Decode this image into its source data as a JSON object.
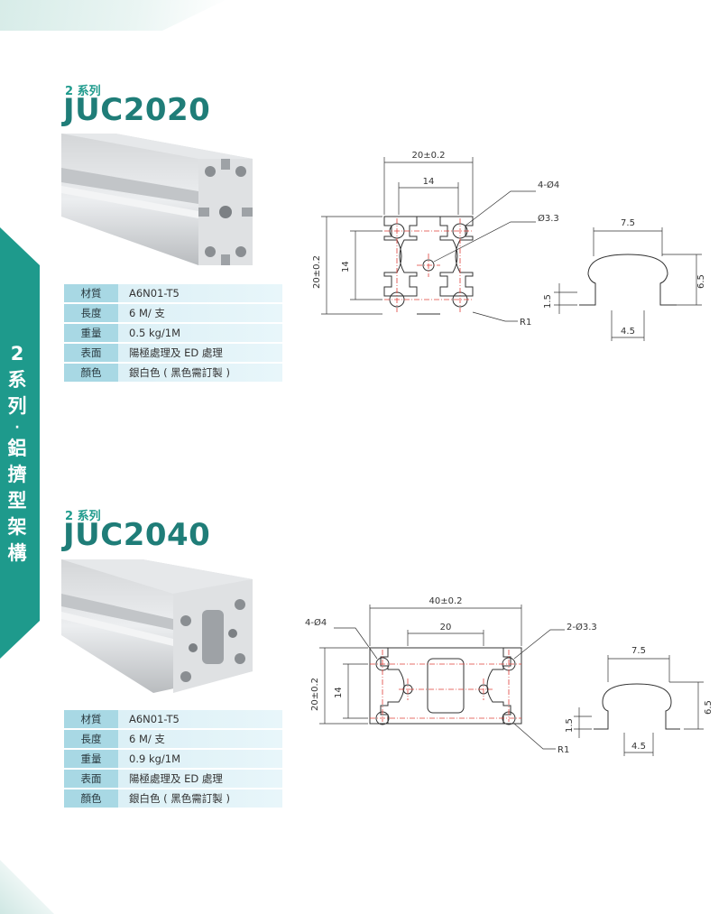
{
  "side_tab": {
    "chars": [
      "2",
      "系",
      "列",
      "·",
      "鋁",
      "擠",
      "型",
      "架",
      "構"
    ]
  },
  "products": [
    {
      "series_label": "2 系列",
      "model": "JUC2020",
      "specs": [
        {
          "key": "材質",
          "value": "A6N01-T5"
        },
        {
          "key": "長度",
          "value": "6 M/ 支"
        },
        {
          "key": "重量",
          "value": "0.5 kg/1M"
        },
        {
          "key": "表面",
          "value": "陽極處理及 ED 處理"
        },
        {
          "key": "顏色",
          "value": "銀白色 ( 黑色需訂製 )"
        }
      ],
      "drawing": {
        "width": "20±0.2",
        "inner_width": "14",
        "height": "20±0.2",
        "inner_height": "14",
        "holes": "4-Ø4",
        "center_hole": "Ø3.3",
        "radius": "R1",
        "slot_width": "7.5",
        "slot_height": "6.5",
        "slot_neck": "4.5",
        "slot_lip": "1.5"
      }
    },
    {
      "series_label": "2 系列",
      "model": "JUC2040",
      "specs": [
        {
          "key": "材質",
          "value": "A6N01-T5"
        },
        {
          "key": "長度",
          "value": "6 M/ 支"
        },
        {
          "key": "重量",
          "value": "0.9 kg/1M"
        },
        {
          "key": "表面",
          "value": "陽極處理及 ED 處理"
        },
        {
          "key": "顏色",
          "value": "銀白色 ( 黑色需訂製 )"
        }
      ],
      "drawing": {
        "width": "40±0.2",
        "inner_width": "20",
        "height": "20±0.2",
        "inner_height": "14",
        "holes": "4-Ø4",
        "center_hole": "2-Ø3.3",
        "radius": "R1",
        "slot_width": "7.5",
        "slot_height": "6.5",
        "slot_neck": "4.5",
        "slot_lip": "1.5"
      }
    }
  ],
  "colors": {
    "brand": "#1e9a8c",
    "model": "#1f7d78",
    "key_cell": "#a8d8e4",
    "value_cell": "#dcf0f6",
    "center_line": "#e0403a"
  }
}
